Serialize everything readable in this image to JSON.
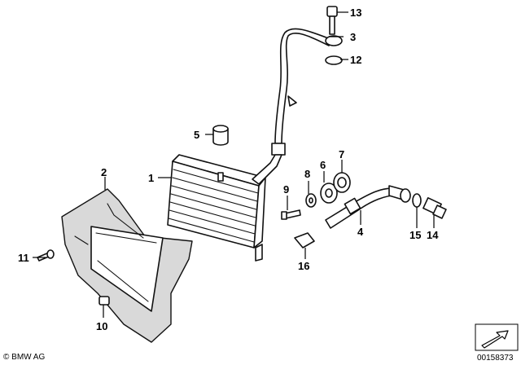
{
  "callouts": {
    "c1": "1",
    "c2": "2",
    "c3": "3",
    "c4": "4",
    "c5": "5",
    "c6": "6",
    "c7": "7",
    "c8": "8",
    "c9": "9",
    "c10": "10",
    "c11": "11",
    "c12": "12",
    "c13": "13",
    "c14": "14",
    "c15": "15",
    "c16": "16"
  },
  "footer": {
    "copyright": "© BMW AG",
    "diagram_number": "00158373"
  }
}
